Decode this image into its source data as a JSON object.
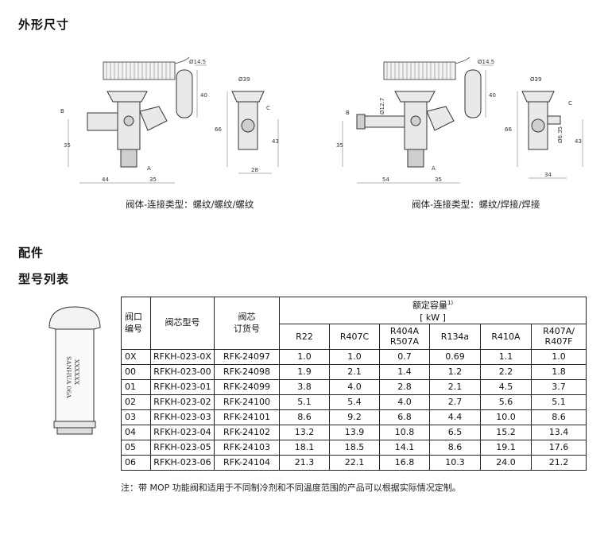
{
  "headings": {
    "dimensions": "外形尺寸",
    "parts": "配件",
    "model_list": "型号列表"
  },
  "captions": {
    "left": "阀体-连接类型：螺纹/螺纹/螺纹",
    "right": "阀体-连接类型：螺纹/焊接/焊接"
  },
  "drawing_labels": {
    "left": {
      "bulb_dia": "Ø14.5",
      "bulb_len": "40",
      "label_b": "B",
      "height_35": "35",
      "label_a": "A",
      "width_44": "44",
      "width_35": "35",
      "dia_39": "Ø39",
      "label_c": "C",
      "height_66": "66",
      "height_43": "43",
      "width_28": "28"
    },
    "right": {
      "bulb_dia": "Ø14.5",
      "bulb_len": "40",
      "label_b": "B",
      "dia_12": "Ø12.7",
      "height_35": "35",
      "label_a": "A",
      "width_54": "54",
      "width_35": "35",
      "dia_39": "Ø39",
      "label_c": "C",
      "dia_6": "Ø6.35",
      "height_66": "66",
      "height_43": "43",
      "width_34": "34"
    }
  },
  "cartridge": {
    "brand": "SANHUA 06A",
    "serial": "XXXXXX"
  },
  "table": {
    "headers": {
      "port": [
        "阀口",
        "编号"
      ],
      "core_model": "阀芯型号",
      "order_no": [
        "阀芯",
        "订货号"
      ],
      "capacity": "额定容量",
      "capacity_note": "1)",
      "unit": "[ kW ]"
    },
    "refrigerants": [
      [
        "R22"
      ],
      [
        "R407C"
      ],
      [
        "R404A",
        "R507A"
      ],
      [
        "R134a"
      ],
      [
        "R410A"
      ],
      [
        "R407A/",
        "R407F"
      ]
    ],
    "rows": [
      [
        "0X",
        "RFKH-023-0X",
        "RFK-24097",
        "1.0",
        "1.0",
        "0.7",
        "0.69",
        "1.1",
        "1.0"
      ],
      [
        "00",
        "RFKH-023-00",
        "RFK-24098",
        "1.9",
        "2.1",
        "1.4",
        "1.2",
        "2.2",
        "1.8"
      ],
      [
        "01",
        "RFKH-023-01",
        "RFK-24099",
        "3.8",
        "4.0",
        "2.8",
        "2.1",
        "4.5",
        "3.7"
      ],
      [
        "02",
        "RFKH-023-02",
        "RFK-24100",
        "5.1",
        "5.4",
        "4.0",
        "2.7",
        "5.6",
        "5.1"
      ],
      [
        "03",
        "RFKH-023-03",
        "RFK-24101",
        "8.6",
        "9.2",
        "6.8",
        "4.4",
        "10.0",
        "8.6"
      ],
      [
        "04",
        "RFKH-023-04",
        "RFK-24102",
        "13.2",
        "13.9",
        "10.8",
        "6.5",
        "15.2",
        "13.4"
      ],
      [
        "05",
        "RFKH-023-05",
        "RFK-24103",
        "18.1",
        "18.5",
        "14.1",
        "8.6",
        "19.1",
        "17.6"
      ],
      [
        "06",
        "RFKH-023-06",
        "RFK-24104",
        "21.3",
        "22.1",
        "16.8",
        "10.3",
        "24.0",
        "21.2"
      ]
    ]
  },
  "note": "注：带 MOP 功能阀和适用于不同制冷剂和不同温度范围的产品可以根据实际情况定制。"
}
